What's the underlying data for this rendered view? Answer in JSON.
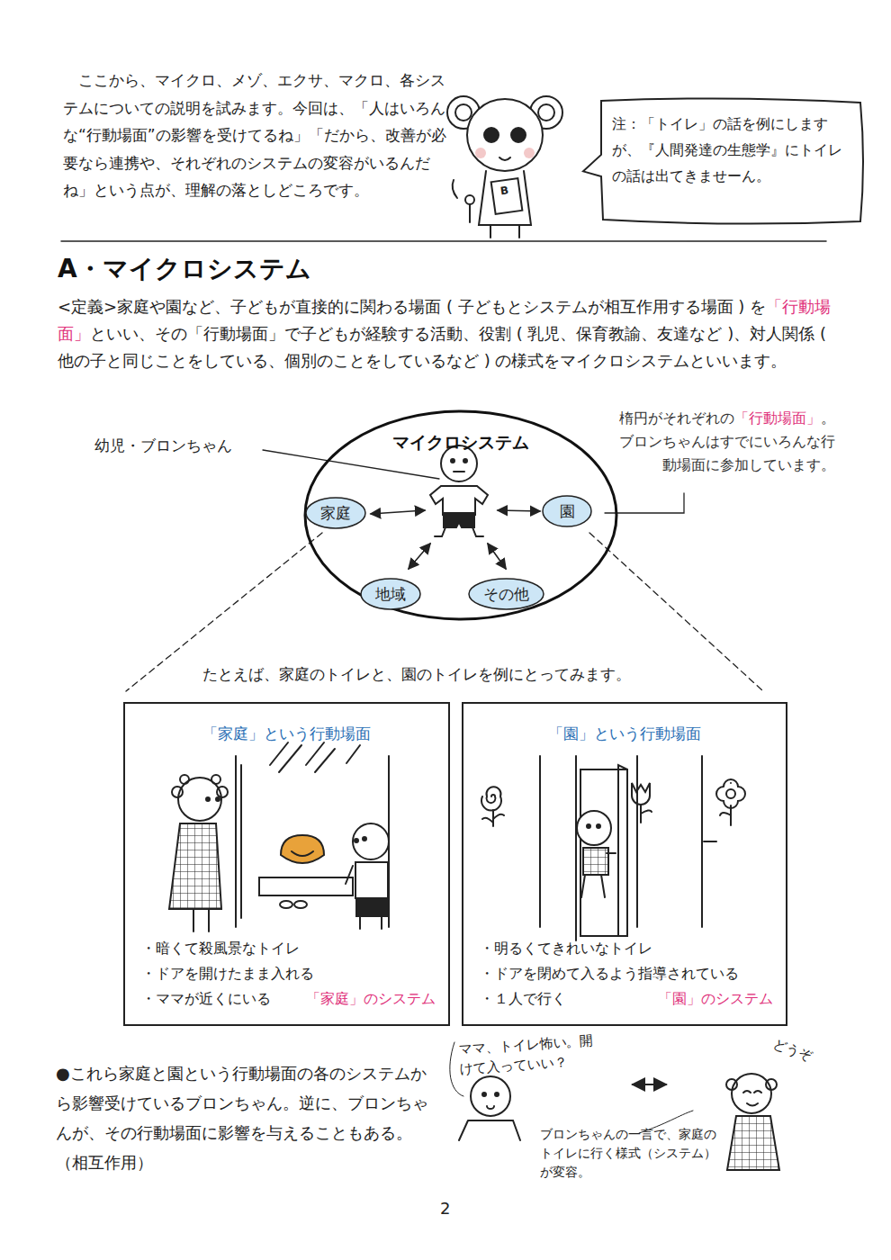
{
  "diagram": {
    "title": "A・マイクロシステム",
    "nodes": [
      {
        "text": [
          "注：「トイレ」の話を例にしますが、『人間発達の生態学』にトイレの話は出てきませーん。"
        ]
      },
      {
        "text": [
          "マイクロシステム"
        ]
      },
      {
        "text": [
          "家庭"
        ],
        "in": 1
      },
      {
        "text": [
          "園"
        ],
        "in": 1
      },
      {
        "text": [
          "地域"
        ],
        "in": 1
      },
      {
        "text": [
          "その他"
        ],
        "in": 1
      },
      {
        "text": [
          "「家庭」という行動場面",
          "・暗くて殺風景なトイレ",
          "・ドアを開けたまま入れる",
          "・ママが近くにいる",
          "「家庭」のシステム"
        ]
      },
      {
        "text": [
          "「園」という行動場面",
          "・明るくてきれいなトイレ",
          "・ドアを閉めて入るよう指導されている",
          "・１人で行く",
          "「園」のシステム"
        ]
      }
    ],
    "labels": [
      "ここから、マイクロ、メゾ、エクサ、マクロ、各システムについての説明を試みます。今回は、「人はいろんな“行動場面”の影響を受けてるね」「だから、改善が必要なら連携や、それぞれのシステムの変容がいるんだね」という点が、理解の落としどころです。",
      "B",
      "<定義>家庭や園など、子どもが直接的に関わる場面 ( 子どもとシステムが相互作用する場面 ) を",
      "「行動場面」",
      "といい、その「行動場面」で子どもが経験する活動、役割 ( 乳児、保育教諭、友達など )、対人関係 ( 他の子と同じことをしている、個別のことをしているなど ) の様式をマイクロシステムといいます。",
      "幼児・ブロンちゃん",
      "楕円がそれぞれの",
      "「行動場面」",
      "。ブロンちゃんはすでにいろんな行動場面に参加しています。",
      "たとえば、家庭のトイレと、園のトイレを例にとってみます。",
      "●これら家庭と園という行動場面の各のシステムから影響受けているブロンちゃん。逆に、ブロンちゃんが、その行動場面に影響を与えることもある。（相互作用）",
      "ママ、トイレ怖い。開けて入っていい？",
      "どうぞ",
      "ブロンちゃんの一言で、家庭のトイレに行く様式（システム）が変容。",
      "2"
    ]
  }
}
